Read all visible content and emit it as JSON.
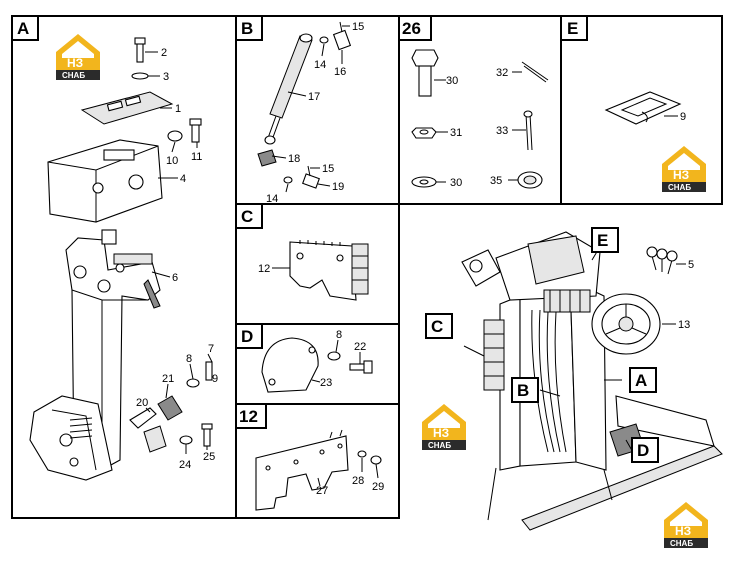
{
  "panels": {
    "a": {
      "letter": "A",
      "labels": [
        "2",
        "3",
        "1",
        "10",
        "11",
        "4",
        "6",
        "7",
        "8",
        "21",
        "9",
        "20",
        "24",
        "25"
      ]
    },
    "b": {
      "letter": "B",
      "labels": [
        "15",
        "14",
        "16",
        "17",
        "18",
        "15",
        "14",
        "19"
      ]
    },
    "n26": {
      "letter": "26",
      "labels": [
        "30",
        "32",
        "31",
        "33",
        "30",
        "35"
      ]
    },
    "e": {
      "letter": "E",
      "labels": [
        "9"
      ]
    },
    "c": {
      "letter": "C",
      "labels": [
        "12"
      ]
    },
    "d": {
      "letter": "D",
      "labels": [
        "8",
        "22",
        "23"
      ]
    },
    "n12": {
      "letter": "12",
      "labels": [
        "27",
        "28",
        "29"
      ]
    }
  },
  "overview": {
    "callouts": [
      "E",
      "C",
      "B",
      "A",
      "D"
    ],
    "labels": [
      "5",
      "13"
    ]
  },
  "logo": {
    "top": "НЗ",
    "bottom": "СНАБ"
  },
  "colors": {
    "logo_gold": "#f2b51d",
    "logo_dark": "#2b2b2b",
    "ink": "#000000"
  }
}
